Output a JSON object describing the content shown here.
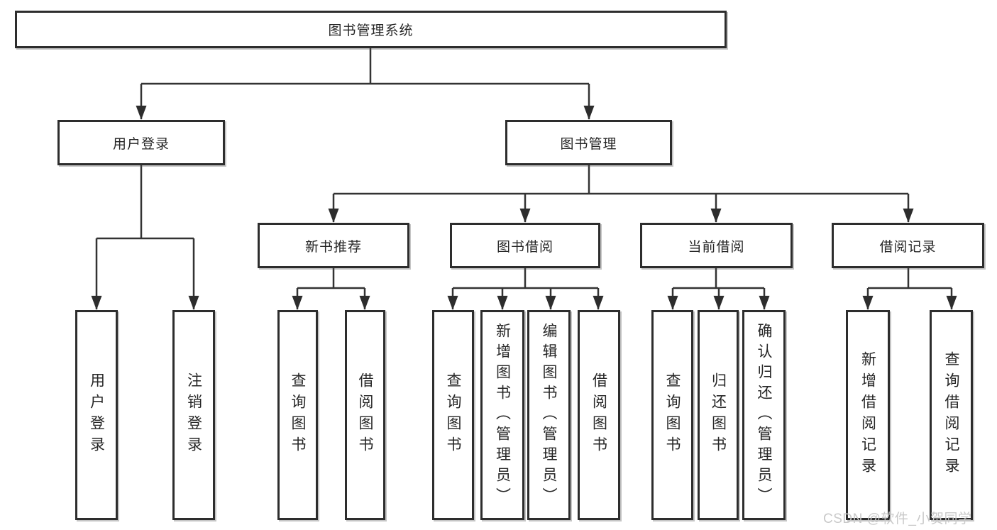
{
  "diagram": {
    "root": "图书管理系统",
    "level2": {
      "user_login": "用户登录",
      "book_mgmt": "图书管理"
    },
    "modules": [
      "新书推荐",
      "图书借阅",
      "当前借阅",
      "借阅记录"
    ],
    "user_leaves": [
      "用户登录",
      "注销登录"
    ],
    "recommend_leaves": [
      "查询图书",
      "借阅图书"
    ],
    "borrow_leaves": [
      "查询图书",
      "新增图书（管理员）",
      "编辑图书（管理员）",
      "借阅图书"
    ],
    "current_leaves": [
      "查询图书",
      "归还图书",
      "确认归还（管理员）"
    ],
    "record_leaves": [
      "新增借阅记录",
      "查询借阅记录"
    ]
  },
  "watermark": "CSDN @软件_小贺同学",
  "colors": {
    "line": "#333333",
    "box_border": "#2d2d2d",
    "text": "#262626",
    "watermark": "#c9c9c9",
    "background": "#ffffff"
  }
}
